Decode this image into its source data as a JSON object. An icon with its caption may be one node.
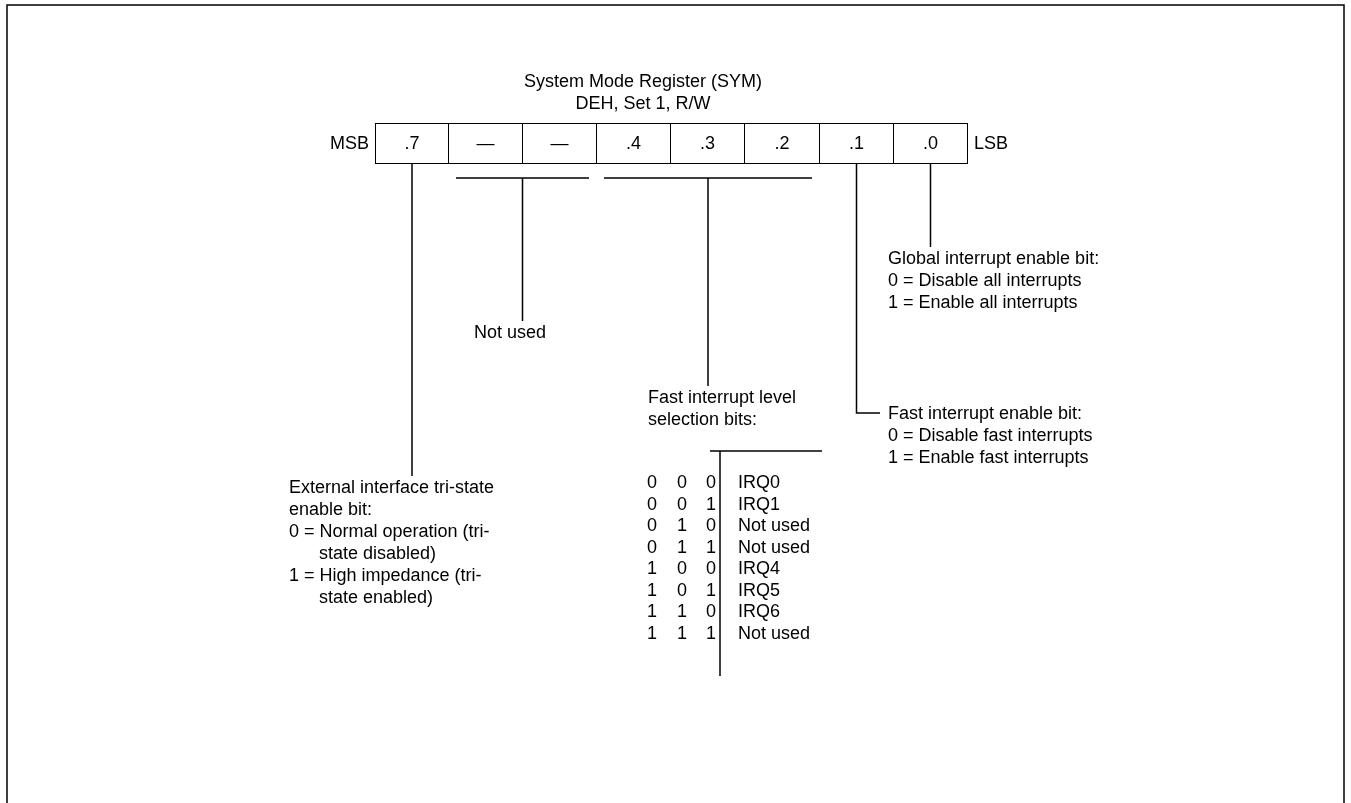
{
  "diagram": {
    "title": "System Mode Register (SYM)",
    "nodes": [
      {
        "text": [
          ".7"
        ],
        "beside": [
          "MSB"
        ]
      },
      {
        "text": [
          "—"
        ]
      },
      {
        "text": [
          "—"
        ]
      },
      {
        "text": [
          ".4"
        ]
      },
      {
        "text": [
          ".3"
        ]
      },
      {
        "text": [
          ".2"
        ]
      },
      {
        "text": [
          ".1"
        ]
      },
      {
        "text": [
          ".0"
        ],
        "beside": [
          "LSB"
        ]
      },
      {
        "text": [
          "Not used"
        ]
      },
      {
        "text": [
          "Fast interrupt level selection bits:"
        ]
      },
      {
        "text": [
          "External interface tri-state enable bit:",
          "0 = Normal operation (tri-state disabled)",
          "1 = High impedance (tri-state enabled)"
        ]
      },
      {
        "text": [
          "Global interrupt enable bit:",
          "0 = Disable all interrupts",
          "1 = Enable all interrupts"
        ]
      },
      {
        "text": [
          "Fast interrupt enable bit:",
          "0 = Disable fast interrupts",
          "1 = Enable fast interrupts"
        ]
      }
    ],
    "edges": [
      {
        "from": 10,
        "to": 0,
        "arrow": "none"
      },
      {
        "from": 8,
        "to": 1,
        "arrow": "none"
      },
      {
        "from": 8,
        "to": 2,
        "arrow": "none"
      },
      {
        "from": 9,
        "to": 3,
        "arrow": "none"
      },
      {
        "from": 9,
        "to": 4,
        "arrow": "none"
      },
      {
        "from": 9,
        "to": 5,
        "arrow": "none"
      },
      {
        "from": 12,
        "to": 6,
        "arrow": "none"
      },
      {
        "from": 11,
        "to": 7,
        "arrow": "none"
      }
    ],
    "labels": [
      "DEH, Set 1, R/W",
      "0",
      "0",
      "0",
      "IRQ0",
      "0",
      "0",
      "1",
      "IRQ1",
      "0",
      "1",
      "0",
      "Not used",
      "0",
      "1",
      "1",
      "Not used",
      "1",
      "0",
      "0",
      "IRQ4",
      "1",
      "0",
      "1",
      "IRQ5",
      "1",
      "1",
      "0",
      "IRQ6",
      "1",
      "1",
      "1",
      "Not used"
    ]
  }
}
